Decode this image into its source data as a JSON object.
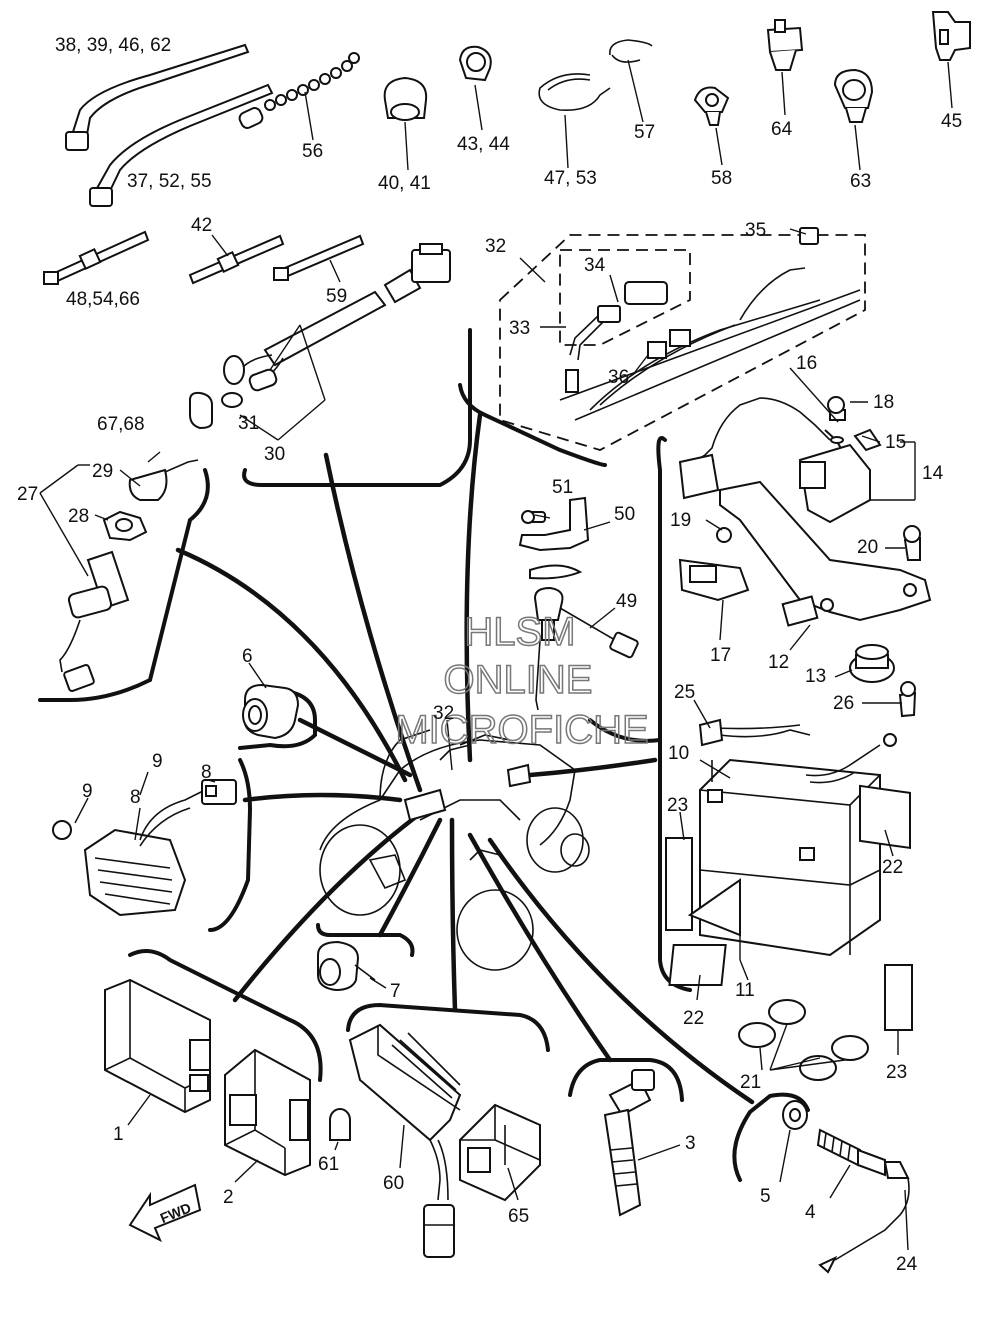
{
  "watermark": {
    "line1": "HLSM",
    "line2": "ONLINE",
    "line3": "MICROFICHE"
  },
  "direction_arrow": "FWD",
  "callouts": {
    "c38": "38, 39, 46, 62",
    "c56": "56",
    "c40": "40, 41",
    "c43": "43, 44",
    "c47": "47, 53",
    "c57": "57",
    "c58": "58",
    "c64": "64",
    "c63": "63",
    "c45": "45",
    "c37": "37, 52, 55",
    "c48": "48,54,66",
    "c42": "42",
    "c59": "59",
    "c32a": "32",
    "c34": "34",
    "c35": "35",
    "c33": "33",
    "c36": "36",
    "c31": "31",
    "c30": "30",
    "c67": "67,68",
    "c29": "29",
    "c27": "27",
    "c28": "28",
    "c16": "16",
    "c18": "18",
    "c15": "15",
    "c14": "14",
    "c51": "51",
    "c50": "50",
    "c19": "19",
    "c20": "20",
    "c49": "49",
    "c17": "17",
    "c12": "12",
    "c13": "13",
    "c26": "26",
    "c6": "6",
    "c32b": "32",
    "c25": "25",
    "c10": "10",
    "c9a": "9",
    "c8a": "8",
    "c9b": "9",
    "c8b": "8",
    "c23a": "23",
    "c22a": "22",
    "c7": "7",
    "c22b": "22",
    "c11": "11",
    "c23b": "23",
    "c21": "21",
    "c1": "1",
    "c61": "61",
    "c2": "2",
    "c60": "60",
    "c3": "3",
    "c5": "5",
    "c4": "4",
    "c65": "65",
    "c24": "24"
  }
}
